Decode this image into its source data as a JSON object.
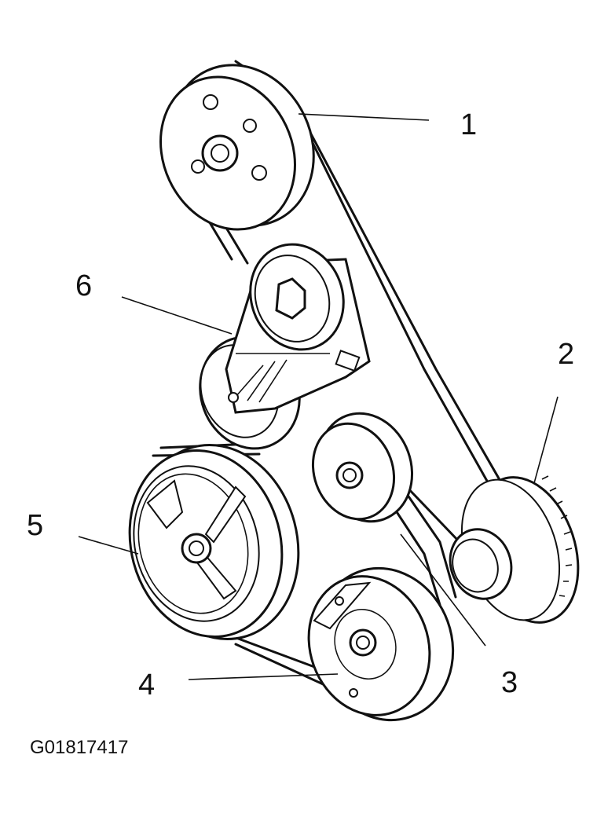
{
  "callouts": {
    "c1": "1",
    "c2": "2",
    "c3": "3",
    "c4": "4",
    "c5": "5",
    "c6": "6"
  },
  "figure_code": "G01817417"
}
